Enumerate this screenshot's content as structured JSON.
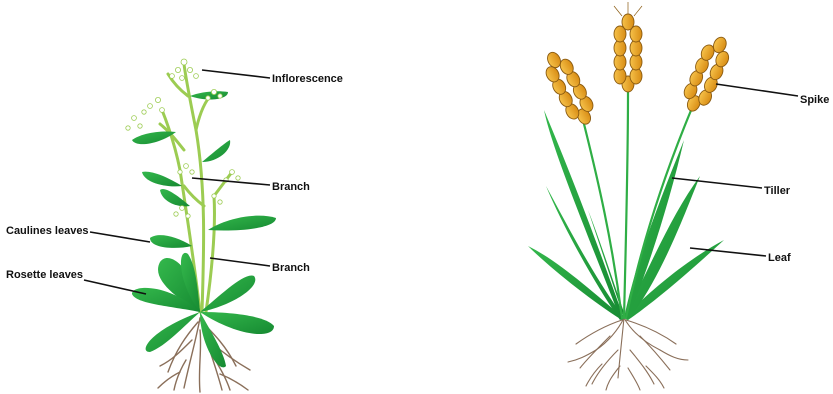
{
  "left_plant": {
    "labels": {
      "inflorescence": "Inflorescence",
      "branch_upper": "Branch",
      "branch_lower": "Branch",
      "cauline_leaves": "Caulines leaves",
      "rosette_leaves": "Rosette leaves"
    }
  },
  "right_plant": {
    "labels": {
      "spike": "Spike",
      "tiller": "Tiller",
      "leaf": "Leaf"
    }
  },
  "colors": {
    "leaf_dark": "#1f9a3a",
    "leaf_mid": "#2fae45",
    "stem_light": "#9ccc52",
    "flower": "#ffffff",
    "spike_gold": "#e8a524",
    "spike_outline": "#8a5a10",
    "root": "#8a6f5a",
    "leader_line": "#111111"
  }
}
